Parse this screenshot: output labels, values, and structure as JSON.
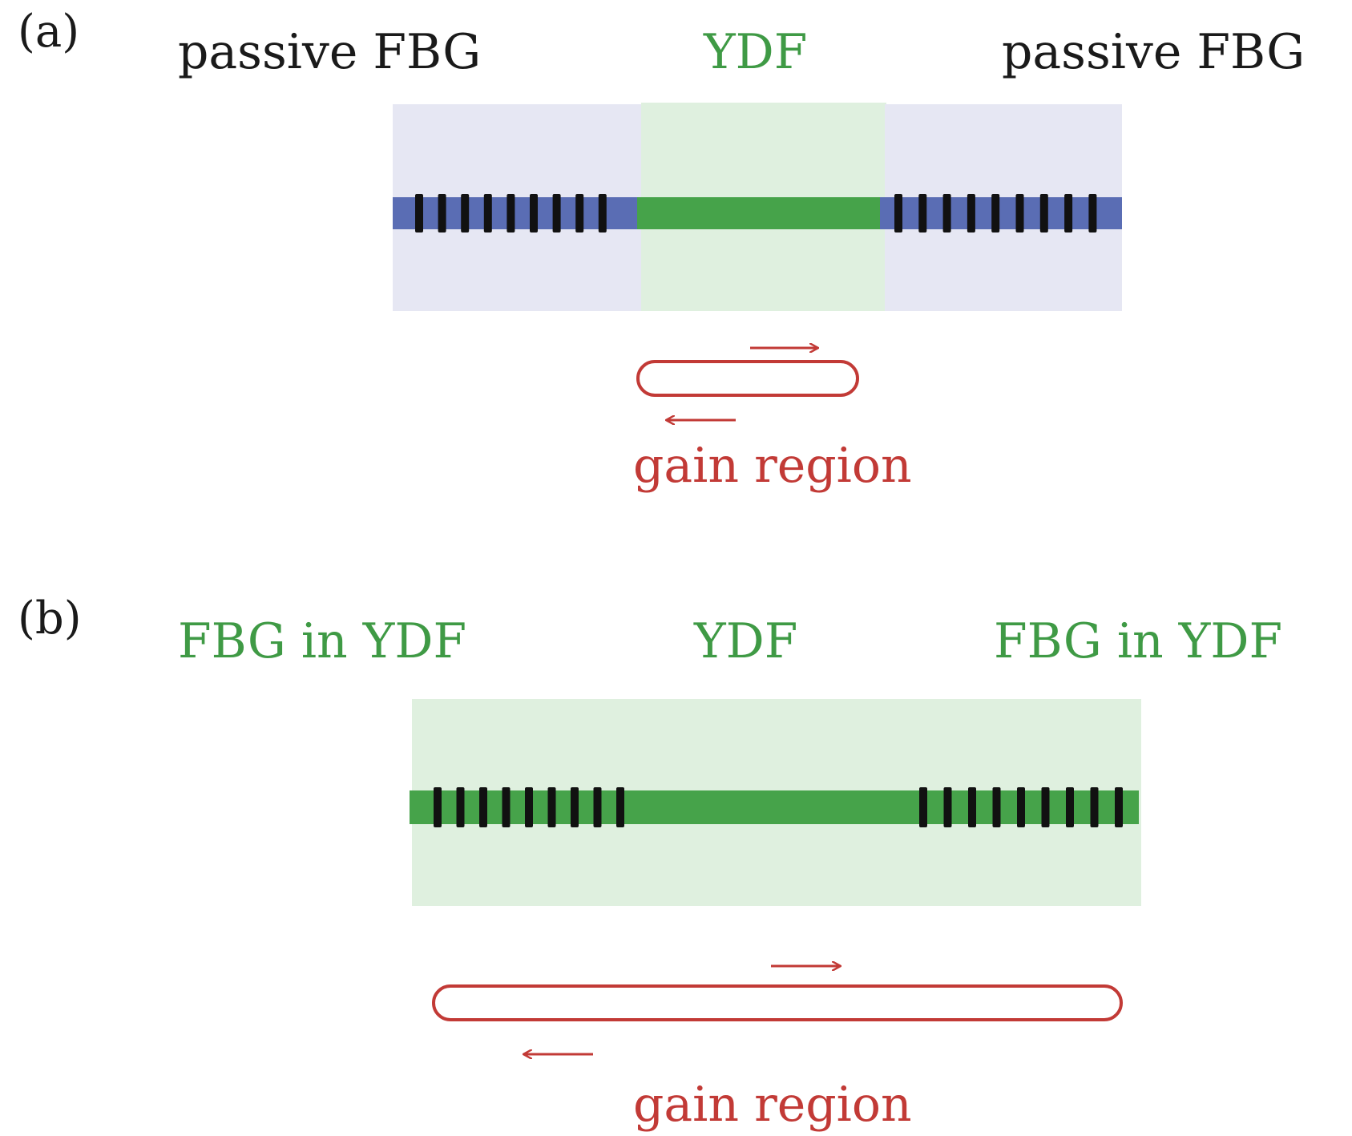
{
  "panel_a": {
    "label": "(a)",
    "left_label": "passive FBG",
    "center_label": "YDF",
    "right_label": "passive FBG",
    "loop_label": "gain region",
    "left_grating_marks": 9,
    "right_grating_marks": 9
  },
  "panel_b": {
    "label": "(b)",
    "left_label": "FBG in YDF",
    "center_label": "YDF",
    "right_label": "FBG in YDF",
    "loop_label": "gain region",
    "left_grating_marks": 9,
    "right_grating_marks": 9
  },
  "colors": {
    "passive_bg": "#e6e7f3",
    "ydf_bg": "#dff0df",
    "passive_core": "#5a6db4",
    "ydf_core": "#46a34a",
    "grating_mark": "#111111",
    "gain": "#c23a36",
    "label_black": "#1a1a1a",
    "label_green": "#3f9a45"
  }
}
